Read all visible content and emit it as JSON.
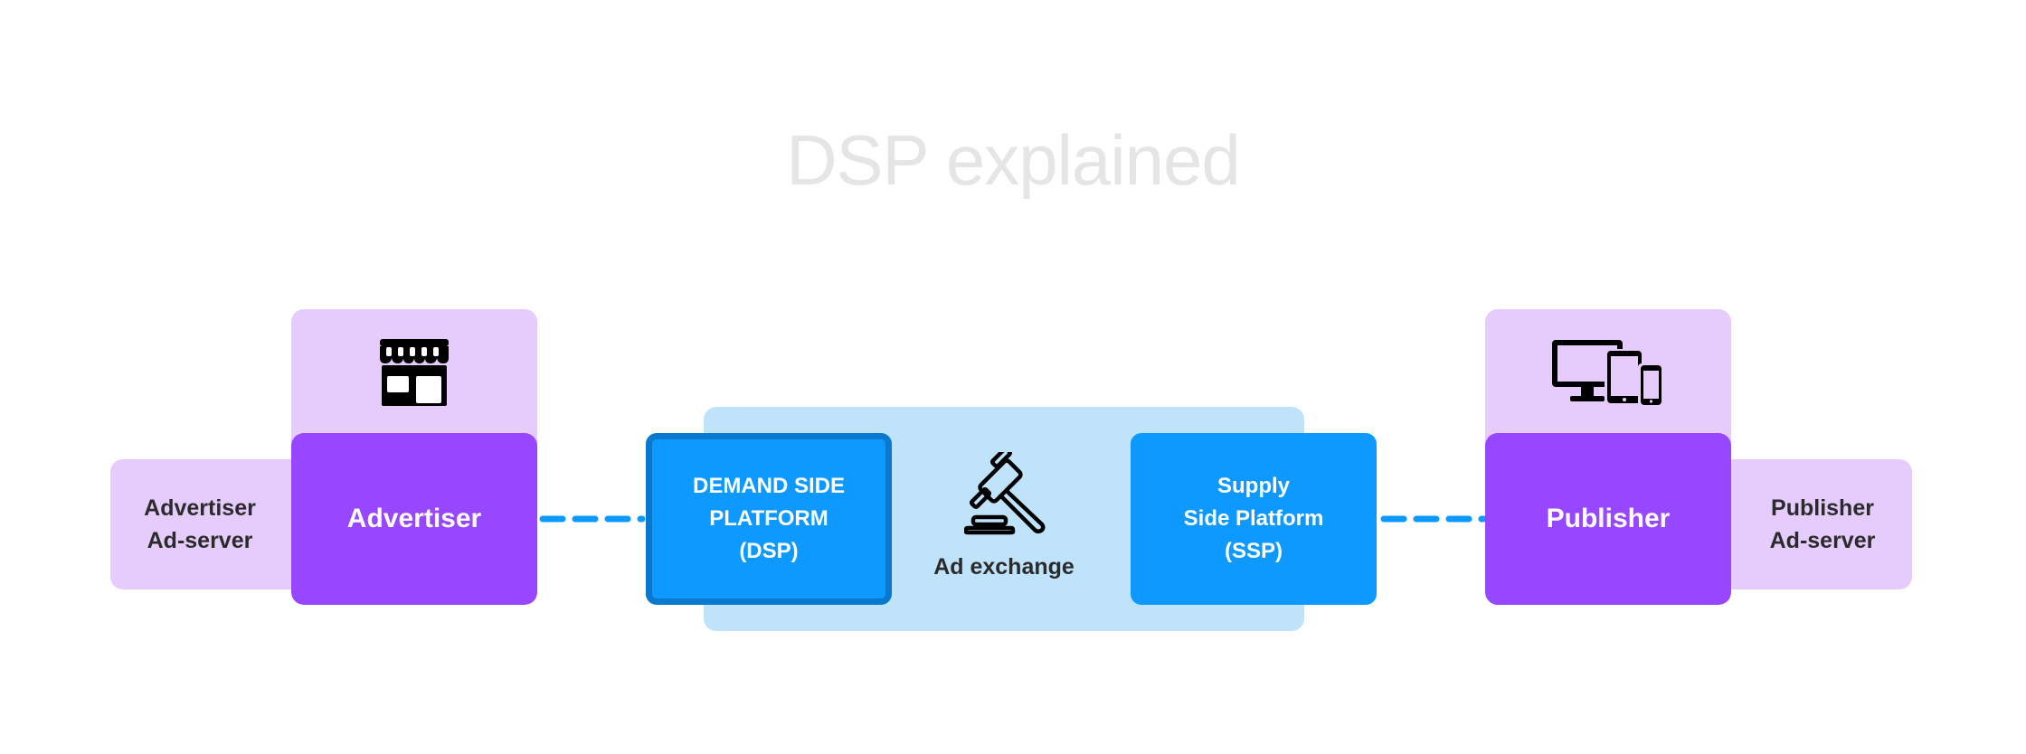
{
  "title": "DSP explained",
  "colors": {
    "light_purple": "#e5ccfd",
    "purple": "#9747ff",
    "light_blue": "#bfe3fb",
    "blue": "#0d99ff",
    "dsp_border": "#0a78cc",
    "connector": "#0d99ff"
  },
  "advertiser": {
    "icon": "storefront-icon",
    "label": "Advertiser",
    "ad_server_label": "Advertiser\nAd-server"
  },
  "exchange": {
    "icon": "gavel-icon",
    "label": "Ad exchange",
    "dsp_label": "DEMAND SIDE\nPLATFORM\n(DSP)",
    "ssp_label": "Supply\nSide Platform\n(SSP)"
  },
  "publisher": {
    "icon": "devices-icon",
    "label": "Publisher",
    "ad_server_label": "Publisher\nAd-server"
  }
}
